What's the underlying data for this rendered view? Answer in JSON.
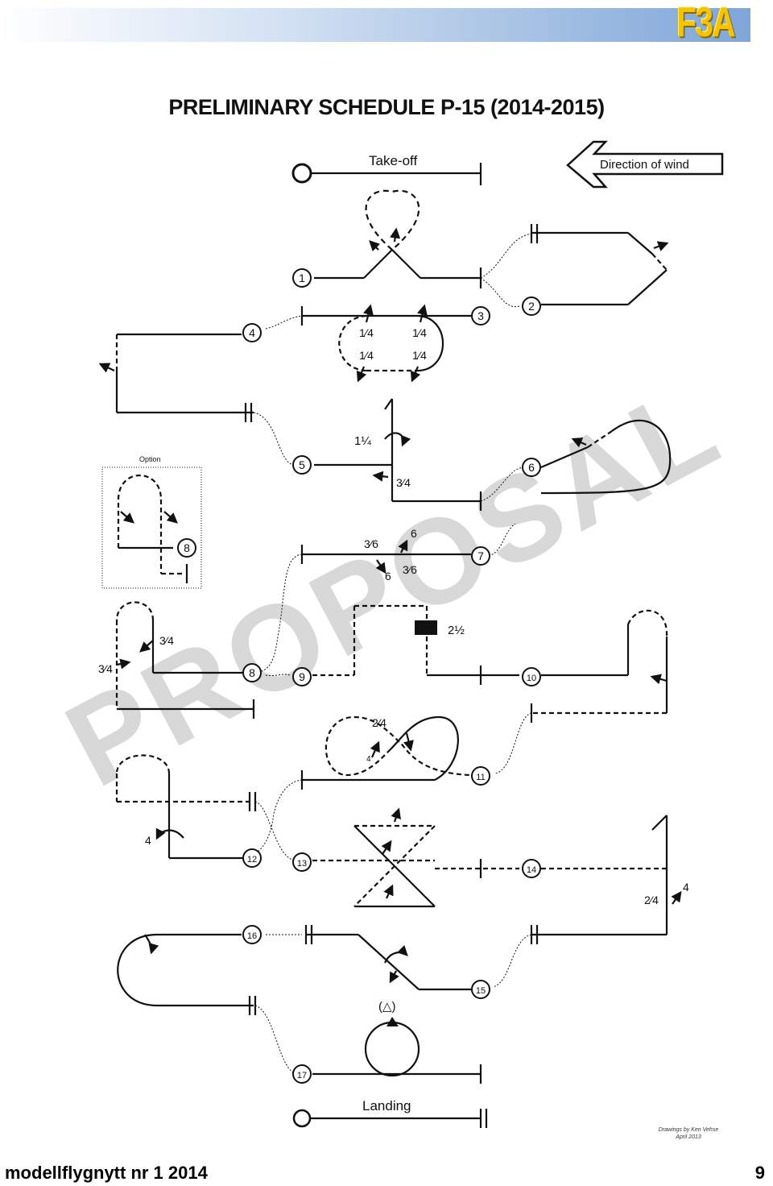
{
  "header": {
    "badge": "F3A"
  },
  "title": "PRELIMINARY SCHEDULE P-15   (2014-2015)",
  "labels": {
    "takeoff": "Take-off",
    "wind": "Direction of wind",
    "landing": "Landing",
    "option": "Option",
    "watermark": "PROPOSAL",
    "triangle": "(△)"
  },
  "maneuvers": [
    "1",
    "2",
    "3",
    "4",
    "5",
    "6",
    "7",
    "8",
    "9",
    "10",
    "11",
    "12",
    "13",
    "14",
    "15",
    "16",
    "17"
  ],
  "option_number": "8",
  "rolls": {
    "m4": [
      "1⁄4",
      "1⁄4",
      "1⁄4",
      "1⁄4"
    ],
    "m5_top": "1¼",
    "m5_bottom": "3⁄4",
    "m7": [
      "3⁄6",
      "6",
      "6",
      "3⁄6"
    ],
    "m8": [
      "3⁄4",
      "3⁄4"
    ],
    "m10": "2½",
    "m11": [
      "2⁄4",
      "4"
    ],
    "m12": "4",
    "m14": [
      "2⁄4",
      "4"
    ]
  },
  "credit": [
    "Drawings by Ken Vehse",
    "April 2013"
  ],
  "footer": {
    "left": "modellflygnytt nr 1 2014",
    "right": "9"
  }
}
